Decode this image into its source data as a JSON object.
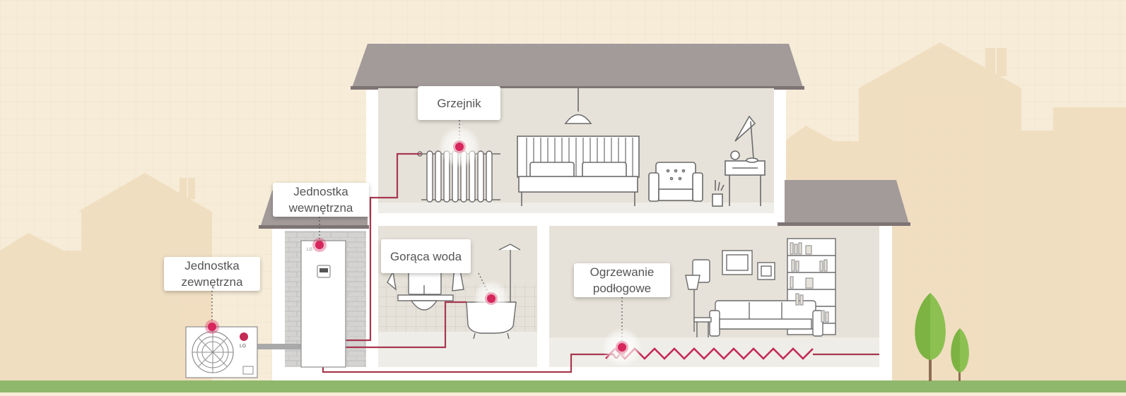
{
  "labels": {
    "radiator": "Grzejnik",
    "indoor_unit": {
      "line1": "Jednostka",
      "line2": "wewnętrzna"
    },
    "outdoor_unit": {
      "line1": "Jednostka",
      "line2": "zewnętrzna"
    },
    "hot_water": "Gorąca woda",
    "floor_heating": {
      "line1": "Ogrzewanie",
      "line2": "podłogowe"
    }
  },
  "brand": {
    "logo_text": "LG"
  },
  "colors": {
    "accent": "#d6265b",
    "pipe": "#a8384f",
    "roof": "#a39a9a",
    "wall": "#ffffff",
    "room": "#e6e2d9",
    "ground": "#8fb86c",
    "tree": "#7cb342",
    "background": "#f6ecd8"
  }
}
